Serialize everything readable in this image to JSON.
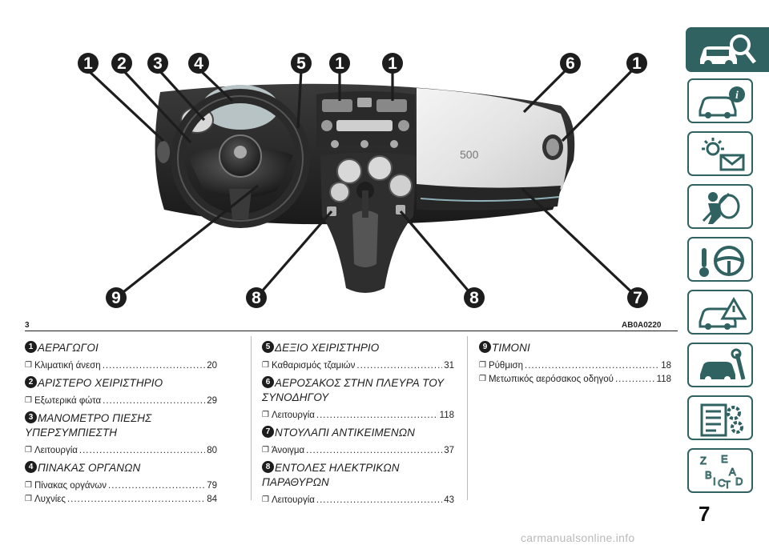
{
  "figure": {
    "number": "3",
    "code": "AB0A0220",
    "callouts_top": [
      "1",
      "2",
      "3",
      "4",
      "5",
      "1",
      "1",
      "6",
      "1"
    ],
    "callouts_bottom": [
      "9",
      "8",
      "8",
      "7"
    ],
    "dash_badge": "500"
  },
  "sections": [
    {
      "badge": "1",
      "title": "ΑΕΡΑΓΩΓΟΙ",
      "entries": [
        {
          "label": "Κλιματική άνεση",
          "page": "20"
        }
      ]
    },
    {
      "badge": "2",
      "title": "ΑΡΙΣΤΕΡΟ ΧΕΙΡΙΣΤΗΡΙΟ",
      "entries": [
        {
          "label": "Εξωτερικά φώτα",
          "page": "29"
        }
      ]
    },
    {
      "badge": "3",
      "title": "ΜΑΝΟΜΕΤΡΟ ΠΙΕΣΗΣ ΥΠΕΡΣΥΜΠΙΕΣΤΗ",
      "entries": [
        {
          "label": "Λειτουργία",
          "page": "80"
        }
      ]
    },
    {
      "badge": "4",
      "title": "ΠΙΝΑΚΑΣ ΟΡΓΑΝΩΝ",
      "entries": [
        {
          "label": "Πίνακας οργάνων",
          "page": "79"
        },
        {
          "label": "Λυχνίες",
          "page": "84"
        }
      ]
    },
    {
      "badge": "5",
      "title": "ΔΕΞΙΟ ΧΕΙΡΙΣΤΗΡΙΟ",
      "entries": [
        {
          "label": "Καθαρισμός τζαμιών",
          "page": "31"
        }
      ]
    },
    {
      "badge": "6",
      "title": "ΑΕΡΟΣΑΚΟΣ ΣΤΗΝ ΠΛΕΥΡΑ ΤΟΥ ΣΥΝΟΔΗΓΟΥ",
      "entries": [
        {
          "label": "Λειτουργία",
          "page": "118"
        }
      ]
    },
    {
      "badge": "7",
      "title": "ΝΤΟΥΛΑΠΙ ΑΝΤΙΚΕΙΜΕΝΩΝ",
      "entries": [
        {
          "label": "Άνοιγμα",
          "page": "37"
        }
      ]
    },
    {
      "badge": "8",
      "title": "ΕΝΤΟΛΕΣ ΗΛΕΚΤΡΙΚΩΝ ΠΑΡΑΘΥΡΩΝ",
      "entries": [
        {
          "label": "Λειτουργία",
          "page": "43"
        }
      ]
    },
    {
      "badge": "9",
      "title": "ΤΙΜΟΝΙ",
      "entries": [
        {
          "label": "Ρύθμιση",
          "page": "18"
        },
        {
          "label": "Μετωπικός αερόσακος οδηγού",
          "page": "118"
        }
      ]
    }
  ],
  "sidebar": {
    "tabs": [
      {
        "icon": "car-search-icon",
        "active": true
      },
      {
        "icon": "car-info-icon",
        "active": false
      },
      {
        "icon": "warning-light-mail-icon",
        "active": false
      },
      {
        "icon": "airbag-passenger-icon",
        "active": false
      },
      {
        "icon": "key-steering-wheel-icon",
        "active": false
      },
      {
        "icon": "car-breakdown-warning-icon",
        "active": false
      },
      {
        "icon": "car-wrench-icon",
        "active": false
      },
      {
        "icon": "list-gear-icon",
        "active": false
      },
      {
        "icon": "alphabet-index-icon",
        "active": false
      }
    ],
    "index_letters": [
      "Z",
      "E",
      "B",
      "A",
      "C",
      "T",
      "D",
      "I"
    ]
  },
  "page_number": "7",
  "watermark": "carmanualsonline.info"
}
